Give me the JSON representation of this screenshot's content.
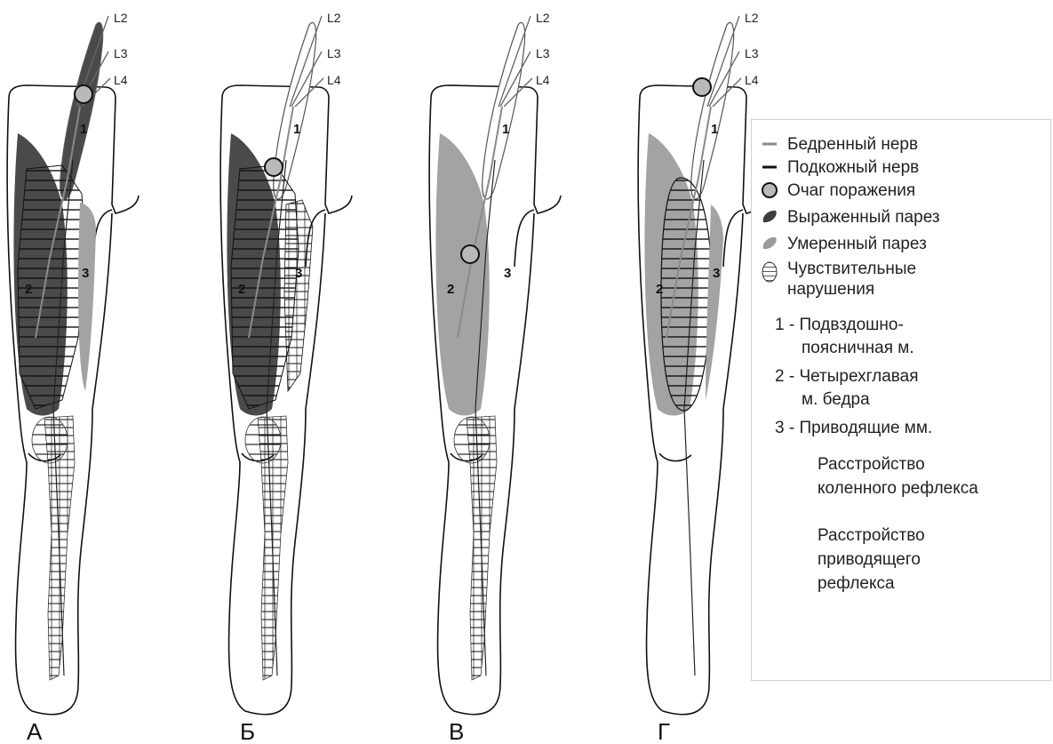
{
  "panels": [
    {
      "label": "А",
      "roots": [
        "L2",
        "L3",
        "L4"
      ],
      "muscle_numbers": [
        "1",
        "2",
        "3"
      ]
    },
    {
      "label": "Б",
      "roots": [
        "L2",
        "L3",
        "L4"
      ],
      "muscle_numbers": [
        "1",
        "2",
        "3"
      ]
    },
    {
      "label": "В",
      "roots": [
        "L2",
        "L3",
        "L4"
      ],
      "muscle_numbers": [
        "1",
        "2",
        "3"
      ]
    },
    {
      "label": "Г",
      "roots": [
        "L2",
        "L3",
        "L4"
      ],
      "muscle_numbers": [
        "1",
        "2",
        "3"
      ]
    }
  ],
  "legend": {
    "items": [
      {
        "symbol": "gray-line-icon",
        "text": "Бедренный нерв"
      },
      {
        "symbol": "black-line-icon",
        "text": "Подкожный нерв"
      },
      {
        "symbol": "lesion-circle-icon",
        "text": "Очаг поражения"
      },
      {
        "symbol": "dark-blob-icon",
        "text": "Выраженный парез"
      },
      {
        "symbol": "gray-blob-icon",
        "text": "Умеренный парез"
      },
      {
        "symbol": "hatched-barrel-icon",
        "text": "Чувствительные",
        "text2": "нарушения"
      }
    ],
    "muscles": [
      {
        "text": "1 - Подвздошно-",
        "text2": "поясничная м."
      },
      {
        "text": "2 - Четырехглавая",
        "text2": "м. бедра"
      },
      {
        "text": "3 - Приводящие мм."
      }
    ],
    "reflexes": [
      {
        "line1": "Расстройство",
        "line2": "коленного рефлекса"
      },
      {
        "line1": "Расстройство",
        "line2": "приводящего",
        "line3": "рефлекса"
      }
    ]
  },
  "colors": {
    "severe": "#4a4a4a",
    "moderate": "#a3a3a3",
    "lesion": "#b9b9b9",
    "outline": "#111111",
    "nerve": "#8a8a8a"
  }
}
